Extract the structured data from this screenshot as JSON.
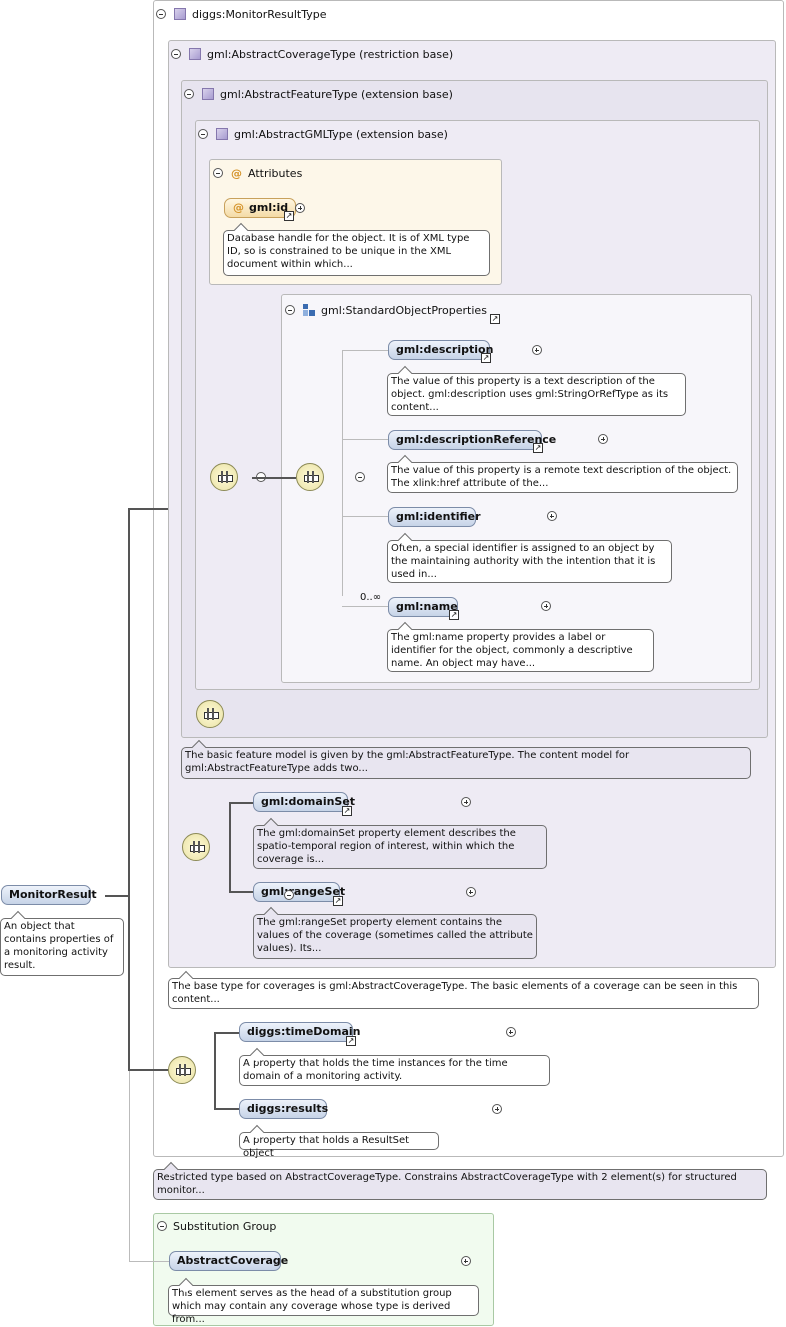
{
  "root": {
    "label": "MonitorResult",
    "doc": "An object that contains properties of a monitoring activity result."
  },
  "monitor_type": {
    "label": "diggs:MonitorResultType",
    "doc": "Restricted type based on AbstractCoverageType. Constrains AbstractCoverageType with 2 element(s) for structured monitor..."
  },
  "coverage_type": {
    "label": "gml:AbstractCoverageType (restriction base)",
    "doc": "The base type for coverages is gml:AbstractCoverageType. The basic elements of a coverage can be seen in this content..."
  },
  "feature_type": {
    "label": "gml:AbstractFeatureType (extension base)",
    "doc": "The basic feature model is given by the gml:AbstractFeatureType. The content model for gml:AbstractFeatureType adds two..."
  },
  "gml_type": {
    "label": "gml:AbstractGMLType (extension base)"
  },
  "attributes": {
    "label": "Attributes",
    "at_symbol": "@",
    "id_label": "gml:id",
    "id_doc": "Database handle for the object. It is of XML type ID, so is constrained to be unique in the XML document within which..."
  },
  "standard_props": {
    "label": "gml:StandardObjectProperties",
    "elements": [
      {
        "label": "gml:description",
        "doc": "The value of this property is a text description of the object. gml:description uses gml:StringOrRefType as its content..."
      },
      {
        "label": "gml:descriptionReference",
        "doc": "The value of this property is a remote text description of the object. The xlink:href attribute of the..."
      },
      {
        "label": "gml:identifier",
        "doc": "Often, a special identifier is assigned to an object by the maintaining authority with the intention that it is used in..."
      },
      {
        "label": "gml:name",
        "doc": "The gml:name property provides a label or identifier for the object, commonly a descriptive name. An object may have...",
        "cardinality": "0..∞"
      }
    ]
  },
  "coverage_elements": [
    {
      "label": "gml:domainSet",
      "doc": "The gml:domainSet property element describes the spatio-temporal region of interest, within which the coverage is..."
    },
    {
      "label": "gml:rangeSet",
      "doc": "The gml:rangeSet property element contains the values of the coverage (sometimes called the attribute values). Its..."
    }
  ],
  "diggs_elements": [
    {
      "label": "diggs:timeDomain",
      "doc": "A property that holds the time instances for the time domain of a monitoring activity."
    },
    {
      "label": "diggs:results",
      "doc": "A property that holds a ResultSet object"
    }
  ],
  "substitution": {
    "label": "Substitution Group",
    "element": "AbstractCoverage",
    "doc": "This element serves as the head of a substitution group which may contain any coverage whose type is derived from..."
  },
  "icons": {
    "collapse": "collapse-circle-icon",
    "expand": "expand-plus-icon",
    "type": "complex-type-icon",
    "sequence": "sequence-compositor-icon",
    "group": "group-reference-icon",
    "link": "external-link-arrow-icon"
  },
  "colors": {
    "element_fill": "#c6d3e7",
    "attribute_fill": "#f4dba6",
    "type_panel": "#eeebf4",
    "substitution_panel": "#f1fbef",
    "attributes_panel": "#fdf7e9"
  }
}
